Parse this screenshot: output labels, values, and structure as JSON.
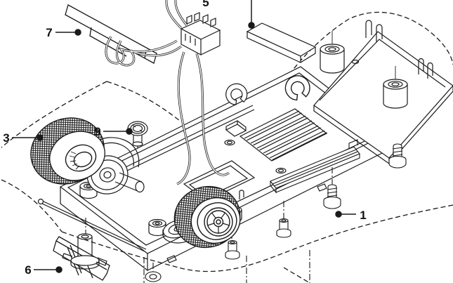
{
  "diagram": {
    "kind": "exploded-parts-diagram",
    "background": "#ffffff",
    "line_color": "#1a1a1a",
    "label_color": "#111111",
    "callouts": [
      {
        "label": "1"
      },
      {
        "label": "3"
      },
      {
        "label": "5"
      },
      {
        "label": "6"
      },
      {
        "label": "7"
      },
      {
        "label": "9"
      }
    ]
  }
}
